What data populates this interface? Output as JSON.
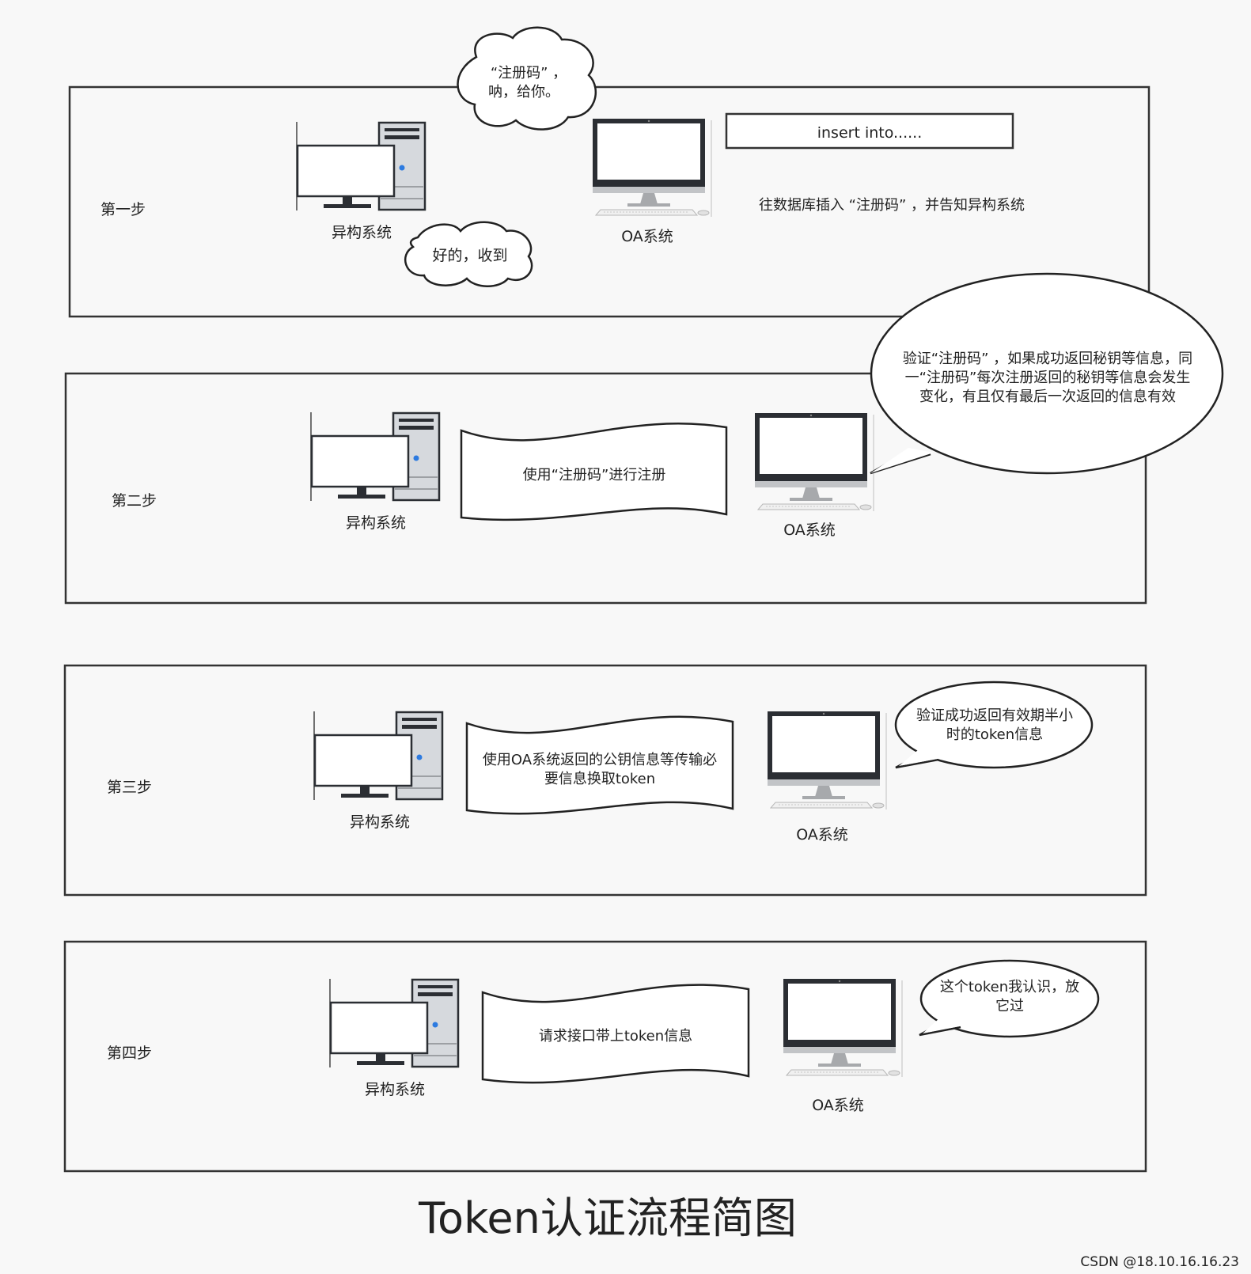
{
  "title": "Token认证流程简图",
  "watermark": "CSDN @18.10.16.16.23",
  "labels": {
    "client": "异构系统",
    "server": "OA系统"
  },
  "steps": [
    {
      "label": "第一步",
      "sql_box": "insert into......",
      "server_note": "往数据库插入 “注册码” ，并告知异构系统",
      "server_bubble": [
        "“注册码” ，",
        "呐，给你。"
      ],
      "client_bubble": [
        "好的，收到"
      ]
    },
    {
      "label": "第二步",
      "message": [
        "使用“注册码”进行注册"
      ],
      "server_bubble": [
        "验证“注册码” ，如果成功返回秘钥等信息，同",
        "一“注册码”每次注册返回的秘钥等信息会发生",
        "变化，有且仅有最后一次返回的信息有效"
      ]
    },
    {
      "label": "第三步",
      "message": [
        "使用OA系统返回的公钥信息等传输必",
        "要信息换取token"
      ],
      "server_bubble": [
        "验证成功返回有效期半小",
        "时的token信息"
      ]
    },
    {
      "label": "第四步",
      "message": [
        "请求接口带上token信息"
      ],
      "server_bubble": [
        "这个token我认识，放",
        "它过"
      ]
    }
  ],
  "colors": {
    "frame": "#333333",
    "monitor_dark": "#2b2e33",
    "monitor_stand": "#a7a9ac",
    "tower": "#d6d9dd",
    "led": "#2d7be0"
  }
}
